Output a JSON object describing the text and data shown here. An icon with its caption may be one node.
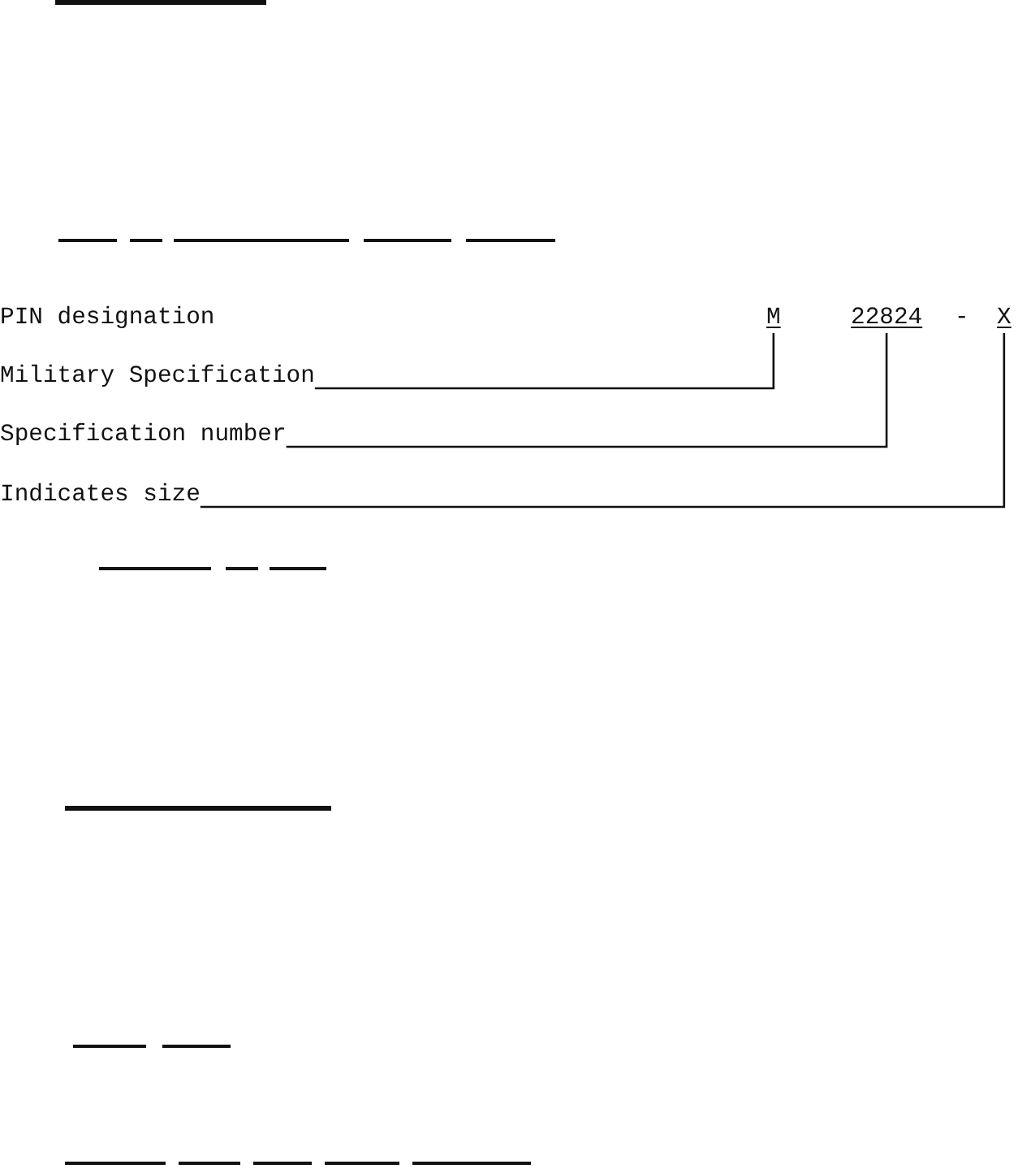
{
  "diagram": {
    "nodes": [
      {
        "text": [
          "M"
        ]
      },
      {
        "text": [
          "22824"
        ]
      },
      {
        "text": [
          "X"
        ]
      },
      {
        "text": [
          "Military Specification"
        ]
      },
      {
        "text": [
          "Specification number"
        ]
      },
      {
        "text": [
          "Indicates size"
        ]
      }
    ],
    "edges": [
      {
        "from": 3,
        "to": 0,
        "arrow": "none"
      },
      {
        "from": 4,
        "to": 1,
        "arrow": "none"
      },
      {
        "from": 5,
        "to": 2,
        "arrow": "none"
      }
    ],
    "labels": [
      "PIN designation",
      "-"
    ]
  }
}
